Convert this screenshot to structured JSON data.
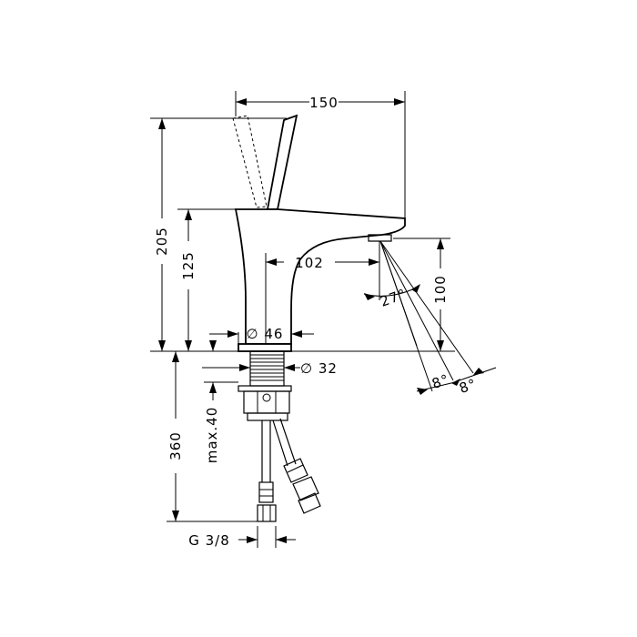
{
  "dimensions": {
    "width_top": "150",
    "height_total": "205",
    "height_spout": "125",
    "spout_reach": "102",
    "outlet_height": "100",
    "base_diameter": "∅ 46",
    "shank_diameter": "∅ 32",
    "spray_angle": "27°",
    "tilt_angle_1": "8°",
    "tilt_angle_2": "8°",
    "below_length": "360",
    "max_thickness": "max.40",
    "connection": "G 3/8"
  }
}
